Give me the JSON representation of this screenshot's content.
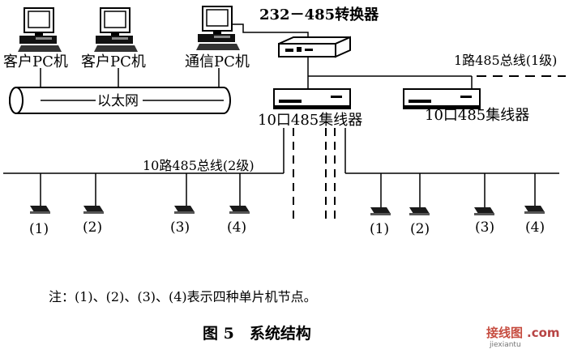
{
  "labels": {
    "client_pc_1": "客户PC机",
    "client_pc_2": "客户PC机",
    "comm_pc": "通信PC机",
    "ethernet": "以太网",
    "converter": "232－485转换器",
    "bus_level1": "1路485总线(1级)",
    "hub_left": "10口485集线器",
    "hub_right": "10口485集线器",
    "bus_level2": "10路485总线(2级)",
    "node_1_left": "(1)",
    "node_2_left": "(2)",
    "node_3_left": "(3)",
    "node_4_left": "(4)",
    "node_1_right": "(1)",
    "node_2_right": "(2)",
    "node_3_right": "(3)",
    "node_4_right": "(4)"
  },
  "note": "注：(1)、(2)、(3)、(4)表示四种单片机节点。",
  "caption": "图 5　系统结构",
  "watermark": {
    "text": "接线图",
    "suffix": ".com",
    "url": "jiexiantu"
  }
}
